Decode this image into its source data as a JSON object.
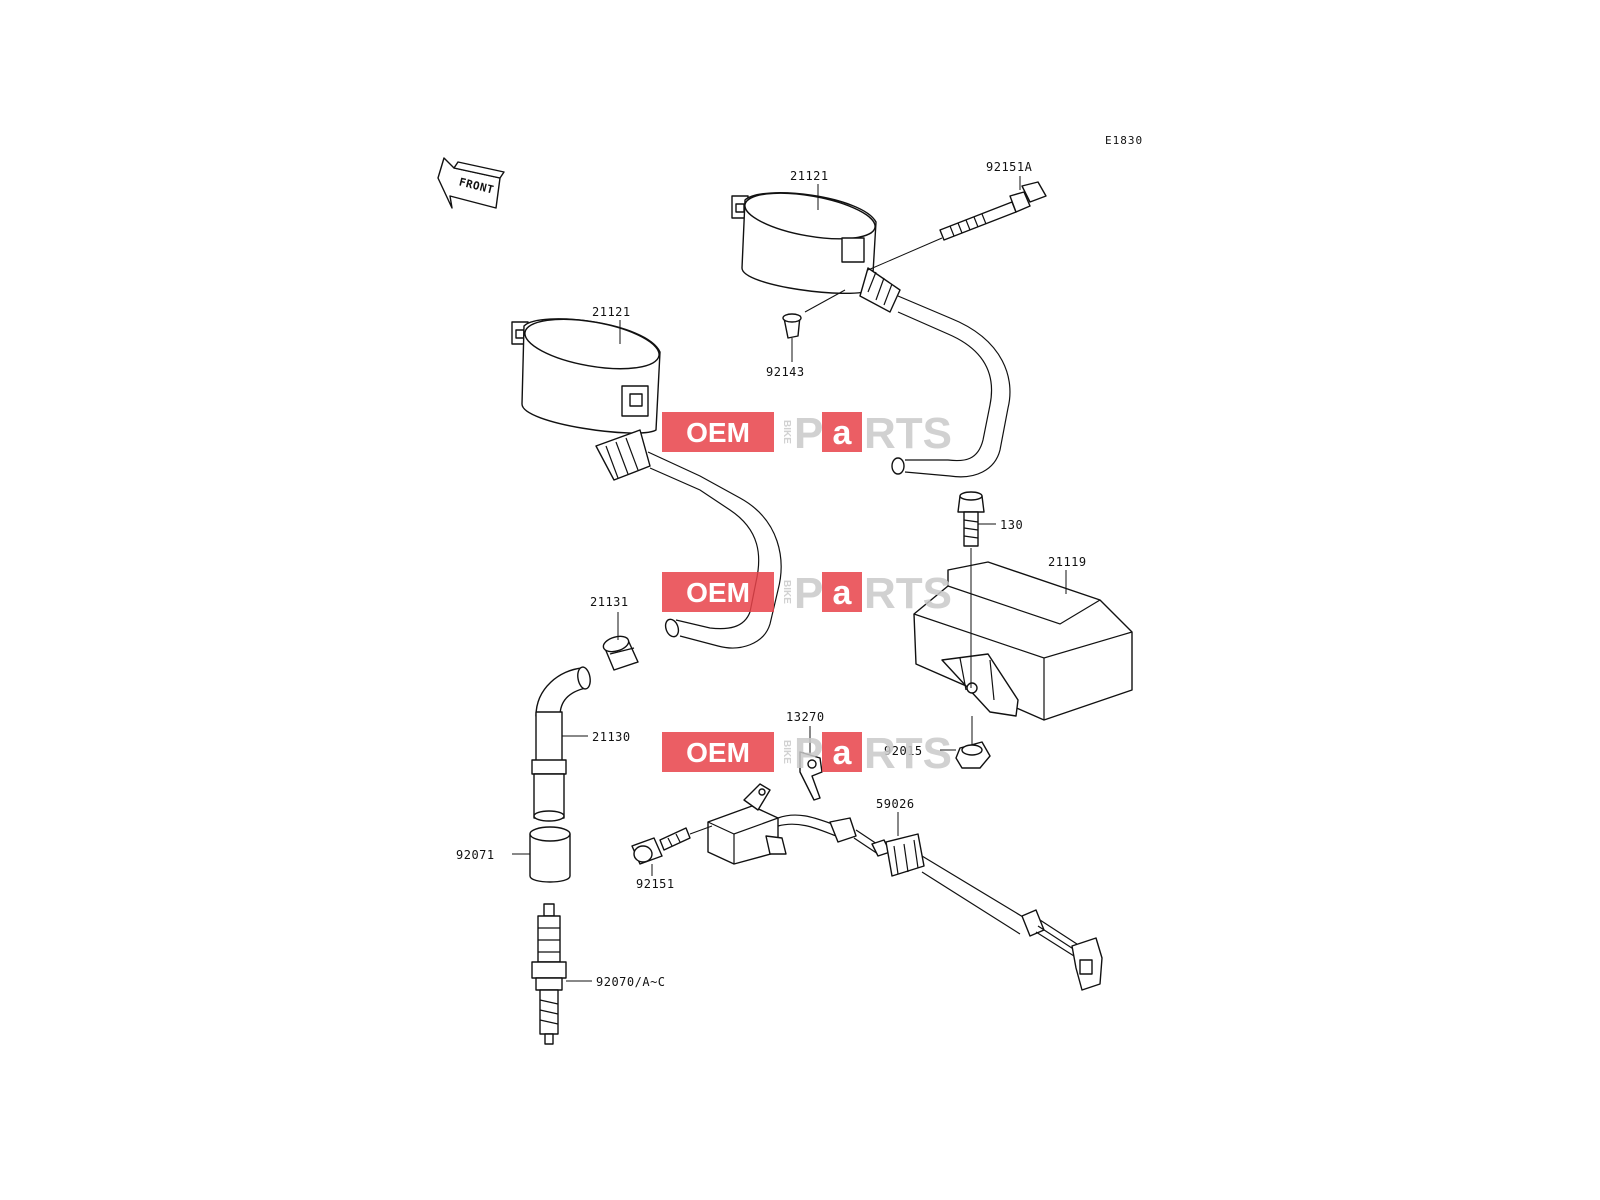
{
  "diagram_code": "E1830",
  "front_arrow_label": "FRONT",
  "watermark": {
    "oem": "OEM",
    "bike": "BIKE",
    "p": "P",
    "a": "a",
    "rts": "RTS",
    "color_red": "#e8434a",
    "color_grey": "#c9c9c9"
  },
  "labels": {
    "coil_upper": "21121",
    "bolt_upper": "92151A",
    "collar": "92143",
    "coil_lower": "21121",
    "bolt_130": "130",
    "igniter": "21119",
    "collar_21131": "21131",
    "cap_21130": "21130",
    "clamp_13270": "13270",
    "nut_92015": "92015",
    "pickup_59026": "59026",
    "seal_92071": "92071",
    "bolt_92151": "92151",
    "plug_92070": "92070/A~C"
  }
}
